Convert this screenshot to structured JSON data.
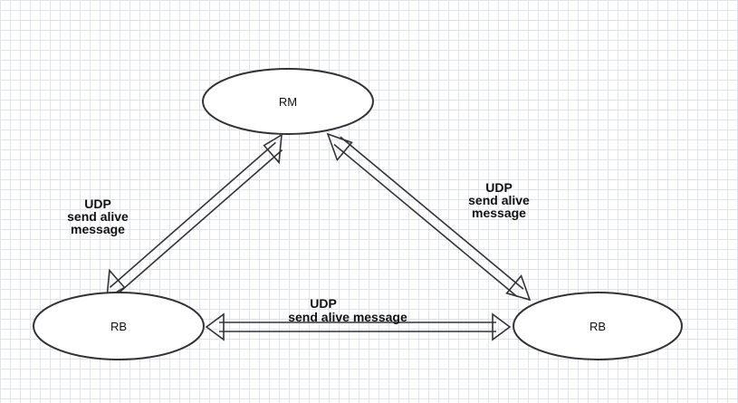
{
  "nodes": {
    "rm": {
      "label": "RM"
    },
    "rb_left": {
      "label": "RB"
    },
    "rb_right": {
      "label": "RB"
    }
  },
  "edges": {
    "left": {
      "lines": [
        "UDP",
        "send alive",
        "message"
      ]
    },
    "right": {
      "lines": [
        "UDP",
        "send alive",
        "message"
      ]
    },
    "bottom": {
      "lines": [
        "UDP",
        "send alive message"
      ]
    }
  },
  "colors": {
    "stroke": "#333333",
    "fill": "#ffffff",
    "grid": "#dfe3ee"
  }
}
